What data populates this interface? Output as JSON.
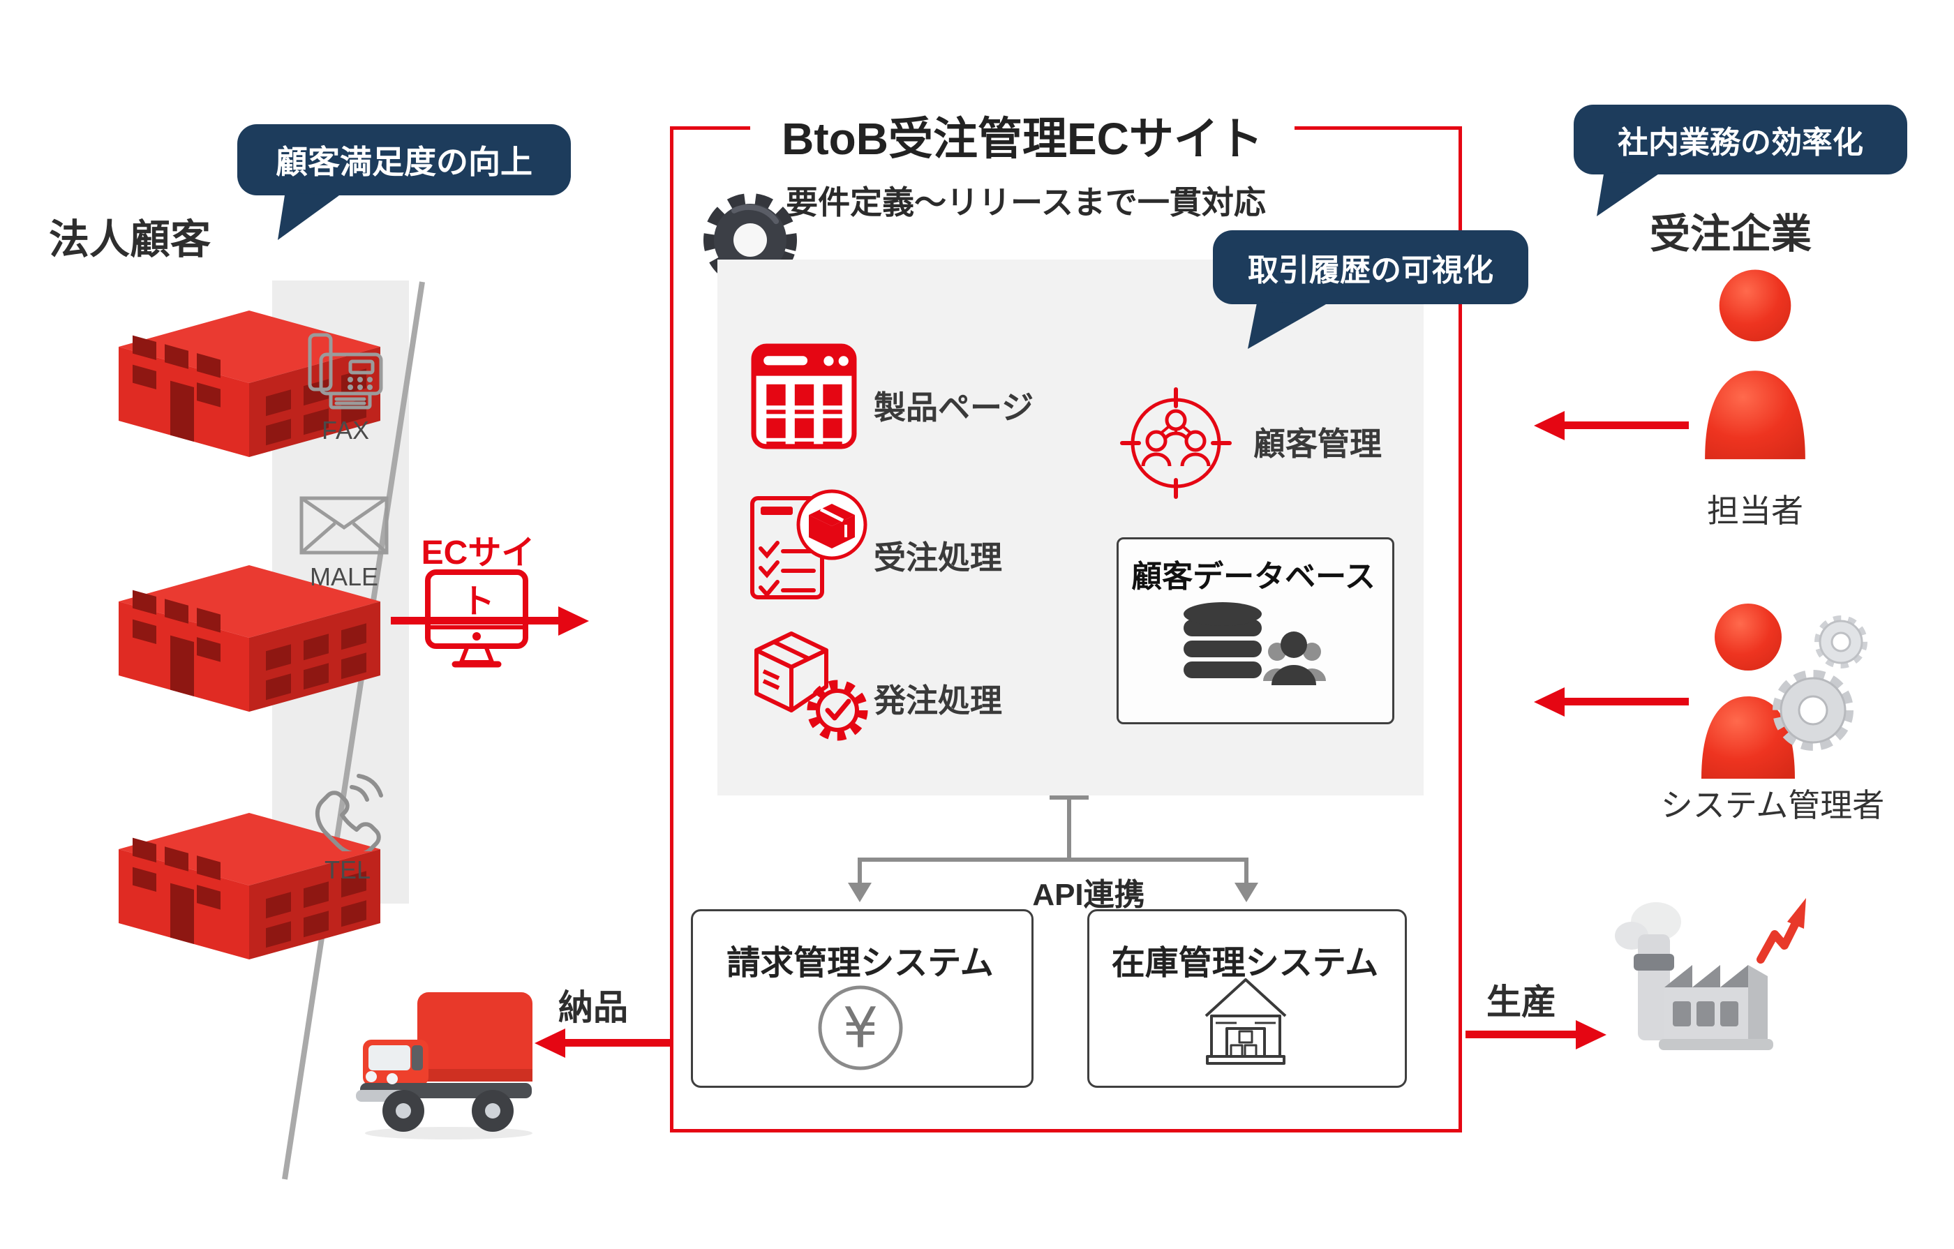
{
  "header": {
    "title": "BtoB受注管理ECサイト",
    "subtitle": "要件定義〜リリースまで一貫対応"
  },
  "left": {
    "heading": "法人顧客",
    "bubble": "顧客満足度の向上",
    "channels": [
      {
        "label": "FAX"
      },
      {
        "label": "MALE"
      },
      {
        "label": "TEL"
      }
    ],
    "ec_site_label": "ECサイト",
    "delivery_label": "納品"
  },
  "platform": {
    "features": [
      {
        "label": "製品ページ"
      },
      {
        "label": "受注処理"
      },
      {
        "label": "発注処理"
      },
      {
        "label": "顧客管理"
      }
    ],
    "database_label": "顧客データベース",
    "history_bubble": "取引履歴の可視化",
    "api_label": "API連携",
    "systems": [
      {
        "label": "請求管理システム"
      },
      {
        "label": "在庫管理システム"
      }
    ]
  },
  "right": {
    "bubble": "社内業務の効率化",
    "heading": "受注企業",
    "roles": [
      {
        "label": "担当者"
      },
      {
        "label": "システム管理者"
      }
    ],
    "production_label": "生産"
  },
  "icons": {
    "yen": "¥"
  },
  "colors": {
    "accent_red": "#e50613",
    "building_red": "#e8332c",
    "navy_bubble": "#1d3c5c",
    "panel_gray": "#f2f2f2",
    "strip_gray": "#ededed",
    "line_gray": "#8c8c8c",
    "dark_text": "#333333"
  }
}
